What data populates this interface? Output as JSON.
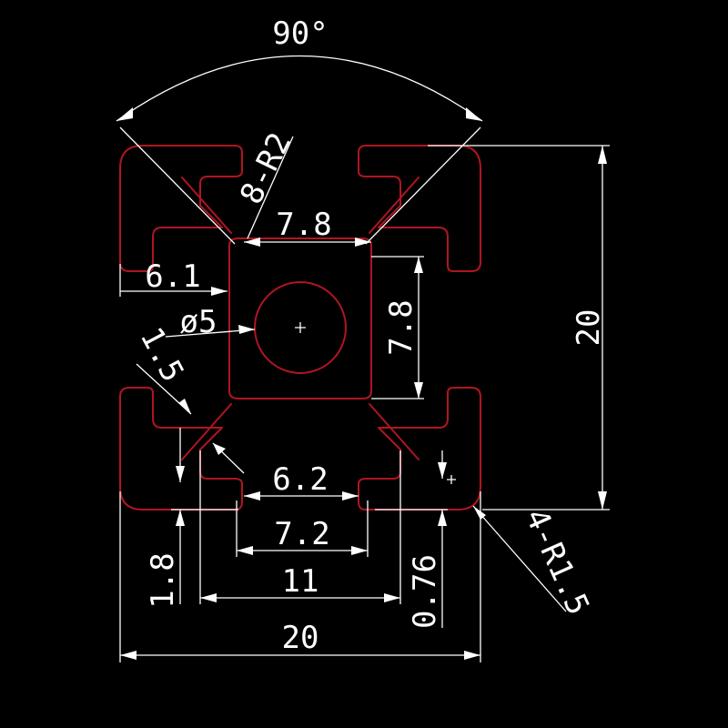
{
  "drawing": {
    "colors": {
      "background": "#000000",
      "profile": "#b01522",
      "dimension": "#ffffff"
    },
    "labels": {
      "angle": "90°",
      "fillet_count_r2": "8-R2",
      "slot_width_top": "7.8",
      "height_right": "7.8",
      "slot_depth_left": "6.1",
      "hole_diameter": "ø5",
      "wall_thickness": "1.5",
      "slot_opening": "6.2",
      "overall_height": "20",
      "slot_inner_width": "7.2",
      "slot_outer_width": "11",
      "lip_thickness": "1.8",
      "lip_offset": "0.76",
      "overall_width": "20",
      "fillet_count_r15": "4-R1.5"
    }
  }
}
